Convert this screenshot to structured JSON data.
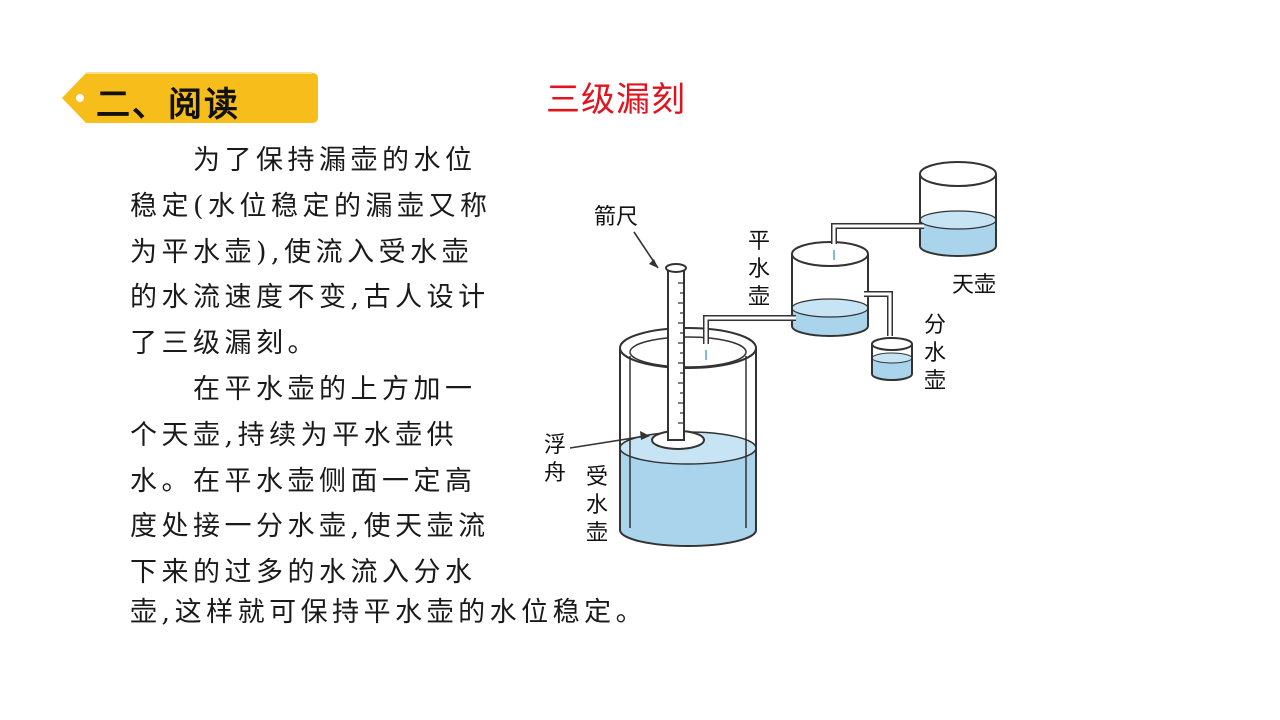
{
  "section": {
    "badge_label": "二、阅读",
    "badge_color": "#f7bd1a"
  },
  "title": "三级漏刻",
  "paragraph_lines": [
    "　　为了保持漏壶的水位",
    "稳定(水位稳定的漏壶又称",
    "为平水壶),使流入受水壶",
    "的水流速度不变,古人设计",
    "了三级漏刻。",
    "　　在平水壶的上方加一",
    "个天壶,持续为平水壶供",
    "水。在平水壶侧面一定高",
    "度处接一分水壶,使天壶流",
    "下来的过多的水流入分水"
  ],
  "last_line": "壶,这样就可保持平水壶的水位稳定。",
  "diagram": {
    "labels": {
      "arrow_ruler": "箭尺",
      "level_pot": "平水壶",
      "sky_pot": "天壶",
      "split_pot": "分水壶",
      "float": "浮舟",
      "receiving_pot": "受水壶"
    },
    "colors": {
      "water": "#a9d4ec",
      "outline": "#333333"
    }
  }
}
